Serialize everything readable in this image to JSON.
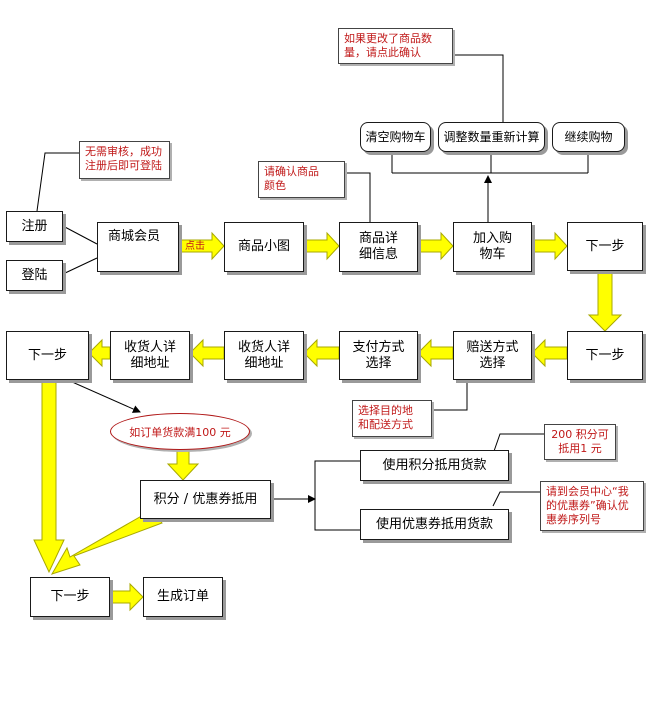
{
  "nodes": {
    "register": "注册",
    "login": "登陆",
    "member": "商城会员",
    "thumb": "商品小图",
    "detail": [
      "商品详",
      "细信息"
    ],
    "addcart": [
      "加入购",
      "物车"
    ],
    "next1": "下一步",
    "clear": "清空购物车",
    "recalc": "调整数量重新计算",
    "continue": "继续购物",
    "next2": "下一步",
    "shipping": [
      "赔送方式",
      "选择"
    ],
    "payment": [
      "支付方式",
      "选择"
    ],
    "addr1": [
      "收货人详",
      "细地址"
    ],
    "addr2": [
      "收货人详",
      "细地址"
    ],
    "next3": "下一步",
    "coupon": "积分 / 优惠券抵用",
    "usepoints": "使用积分抵用货款",
    "usecoupon": "使用优惠券抵用货款",
    "next4": "下一步",
    "order": "生成订单"
  },
  "notes": {
    "noreview": [
      "无需审核，成功",
      "注册后即可登陆"
    ],
    "confirmcolor": [
      "请确认商品",
      "颜色"
    ],
    "changeqty": [
      "如果更改了商品数",
      "量，请点此确认"
    ],
    "selectship": [
      "选择目的地",
      "和配送方式"
    ],
    "points": [
      "200 积分可",
      "抵用1 元"
    ],
    "couponnote": [
      "请到会员中心“我",
      "的优惠券”确认优",
      "惠券序列号"
    ]
  },
  "condition": "如订单货款满100 元",
  "click_label": "点击",
  "colors": {
    "arrow_fill": "#ffff00",
    "arrow_stroke": "#a8a800",
    "note_text": "#c01818"
  }
}
